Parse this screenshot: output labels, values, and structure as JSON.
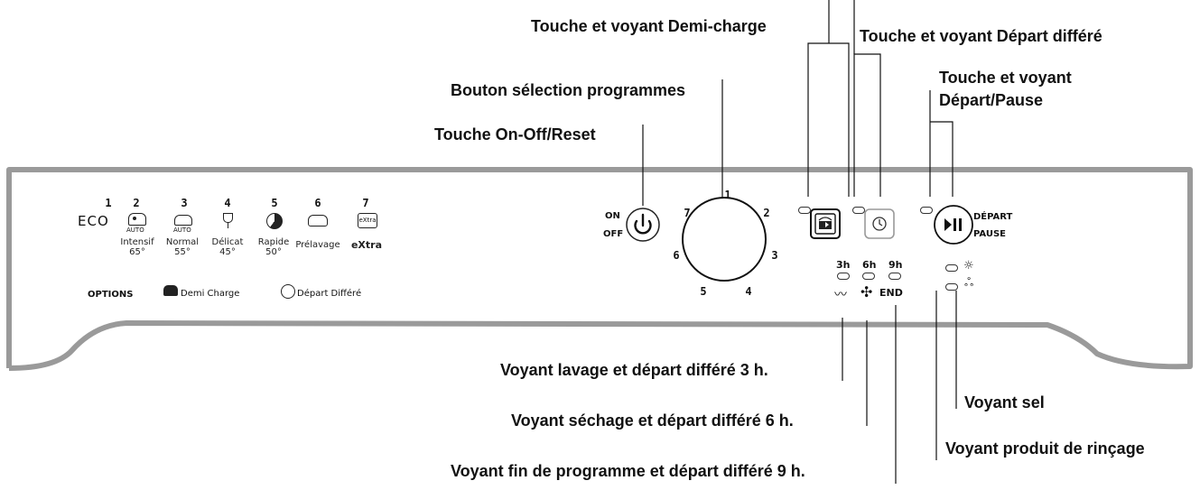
{
  "callouts": {
    "demi_charge": "Touche et voyant Demi-charge",
    "depart_differe": "Touche et voyant Départ différé",
    "depart_pause_line1": "Touche et voyant",
    "depart_pause_line2": "Départ/Pause",
    "bouton_selection": "Bouton sélection programmes",
    "on_off_reset": "Touche On-Off/Reset",
    "voyant_3h": "Voyant lavage et départ différé 3 h.",
    "voyant_6h": "Voyant séchage et départ différé 6 h.",
    "voyant_9h": "Voyant fin de programme et départ différé 9 h.",
    "voyant_sel": "Voyant sel",
    "voyant_rincage": "Voyant produit de rinçage"
  },
  "programs": [
    {
      "num": "1",
      "name": "ECO",
      "temp": "",
      "icon": "eco-text",
      "sub": ""
    },
    {
      "num": "2",
      "name": "Intensif",
      "temp": "65°",
      "icon": "pot-auto-intensive-icon",
      "sub": "AUTO"
    },
    {
      "num": "3",
      "name": "Normal",
      "temp": "55°",
      "icon": "pot-auto-icon",
      "sub": "AUTO"
    },
    {
      "num": "4",
      "name": "Délicat",
      "temp": "45°",
      "icon": "wine-glass-icon",
      "sub": ""
    },
    {
      "num": "5",
      "name": "Rapide",
      "temp": "50°",
      "icon": "quick-clock-icon",
      "sub": ""
    },
    {
      "num": "6",
      "name": "Prélavage",
      "temp": "",
      "icon": "prewash-pot-icon",
      "sub": ""
    },
    {
      "num": "7",
      "name": "eXtra",
      "temp": "",
      "icon": "extra-box-icon",
      "sub": "eXtra"
    }
  ],
  "options": {
    "label": "OPTIONS",
    "demi_charge": "Demi Charge",
    "depart_differe": "Départ Différé"
  },
  "onoff": {
    "on": "ON",
    "off": "OFF"
  },
  "dial": [
    "1",
    "2",
    "3",
    "4",
    "5",
    "6",
    "7"
  ],
  "delay": {
    "h3": "3h",
    "h6": "6h",
    "h9": "9h",
    "end": "END"
  },
  "start": {
    "line1": "DÉPART",
    "line2": "PAUSE"
  }
}
